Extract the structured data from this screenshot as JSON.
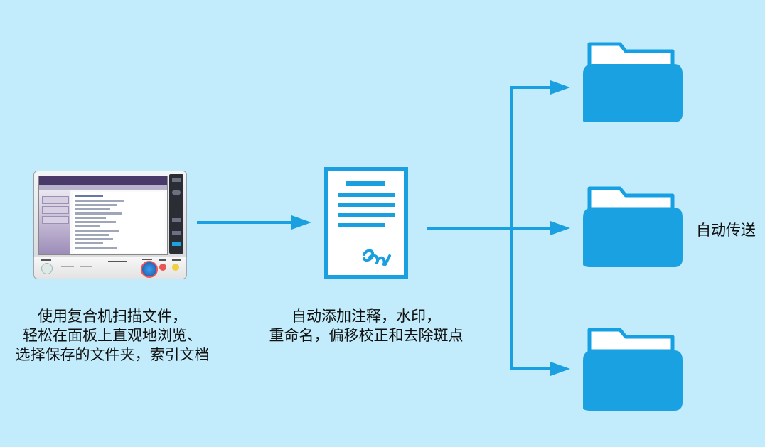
{
  "captions": {
    "left": [
      "使用复合机扫描文件，",
      "轻松在面板上直观地浏览、",
      "选择保存的文件夹，索引文档"
    ],
    "middle": [
      "自动添加注释，水印，",
      "重命名，偏移校正和去除斑点"
    ],
    "right": "自动传送"
  },
  "colors": {
    "background": "#c2ecfb",
    "accent": "#1a9fe0",
    "folder": "#1aa1e2",
    "folder_tab": "#15a0e3"
  },
  "icons": {
    "device": "multifunction-printer-icon",
    "document": "document-icon",
    "folders": [
      "folder-icon",
      "folder-icon",
      "folder-icon"
    ]
  }
}
